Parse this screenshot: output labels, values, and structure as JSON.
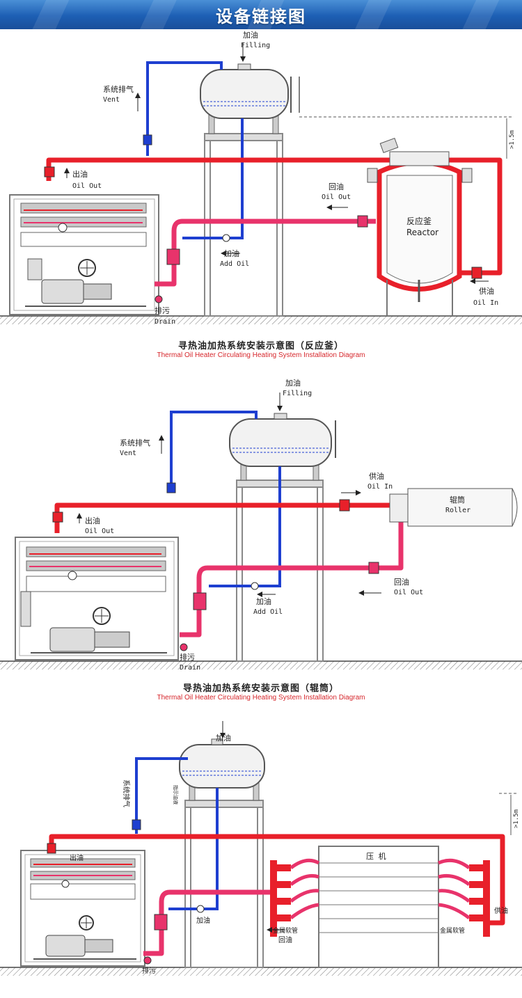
{
  "banner": {
    "title": "设备链接图"
  },
  "colors": {
    "supply": "#e8202a",
    "return": "#e8336b",
    "vent": "#1e3fd0",
    "line": "#555555"
  },
  "diagram1": {
    "filling_cn": "加油",
    "filling_en": "Filling",
    "vent_cn": "系统排气",
    "vent_en": "Vent",
    "out_cn": "出油",
    "out_en": "Oil Out",
    "return_cn": "回油",
    "return_en": "Oil Out",
    "addoil_cn": "加油",
    "addoil_en": "Add Oil",
    "supply_cn": "供油",
    "supply_en": "Oil In",
    "drain_cn": "排污",
    "drain_en": "Drain",
    "reactor_cn": "反应釜",
    "reactor_en": "Reactor",
    "height": ">1.5m",
    "caption_cn": "寻热油加热系统安装示意图（反应釜）",
    "caption_en": "Thermal Oil Heater Circulating Heating System Installation Diagram"
  },
  "diagram2": {
    "filling_cn": "加油",
    "filling_en": "Filling",
    "vent_cn": "系统排气",
    "vent_en": "Vent",
    "out_cn": "出油",
    "out_en": "Oil Out",
    "supply_cn": "供油",
    "supply_en": "Oil In",
    "return_cn": "回油",
    "return_en": "Oil Out",
    "addoil_cn": "加油",
    "addoil_en": "Add Oil",
    "drain_cn": "排污",
    "drain_en": "Drain",
    "roller_cn": "辊筒",
    "roller_en": "Roller",
    "caption_cn": "导热油加热系统安装示意图（辊筒）",
    "caption_en": "Thermal Oil Heater Circulating Heating System Installation Diagram"
  },
  "diagram3": {
    "filling_cn": "加油",
    "vent_cn": "系统排气",
    "out_cn": "出油",
    "addoil_cn": "加油",
    "drain_cn": "排污",
    "return_cn": "回油",
    "supply_cn": "供油",
    "press_cn": "压 机",
    "hose_left": "金属软管",
    "hose_right": "金属软管",
    "level_cn": "指示油液",
    "height": ">1.5m"
  }
}
